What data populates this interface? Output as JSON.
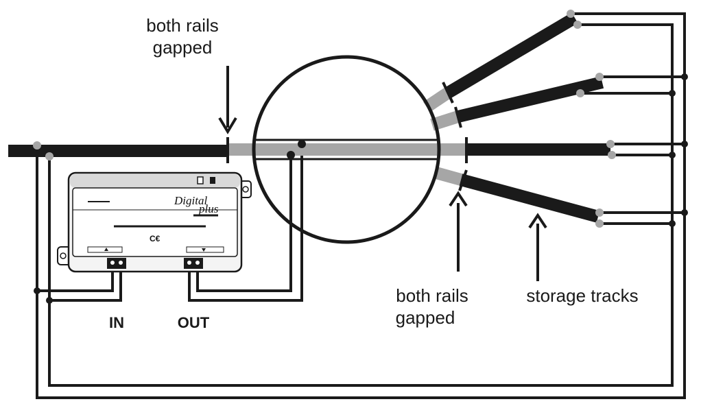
{
  "labels": {
    "top_gap": [
      "both rails",
      "gapped"
    ],
    "bottom_gap": [
      "both rails",
      "gapped"
    ],
    "storage": "storage tracks",
    "in": "IN",
    "out": "OUT"
  },
  "module": {
    "brand_line1": "Digital",
    "brand_line2": "plus",
    "mark": "C€"
  },
  "colors": {
    "track": "#1a1a1a",
    "bridge_track": "#a6a6a6",
    "rail_dot": "#a6a6a6",
    "wire": "#1a1a1a",
    "module_body": "#f4f4f4",
    "module_top": "#d9d9d9"
  }
}
